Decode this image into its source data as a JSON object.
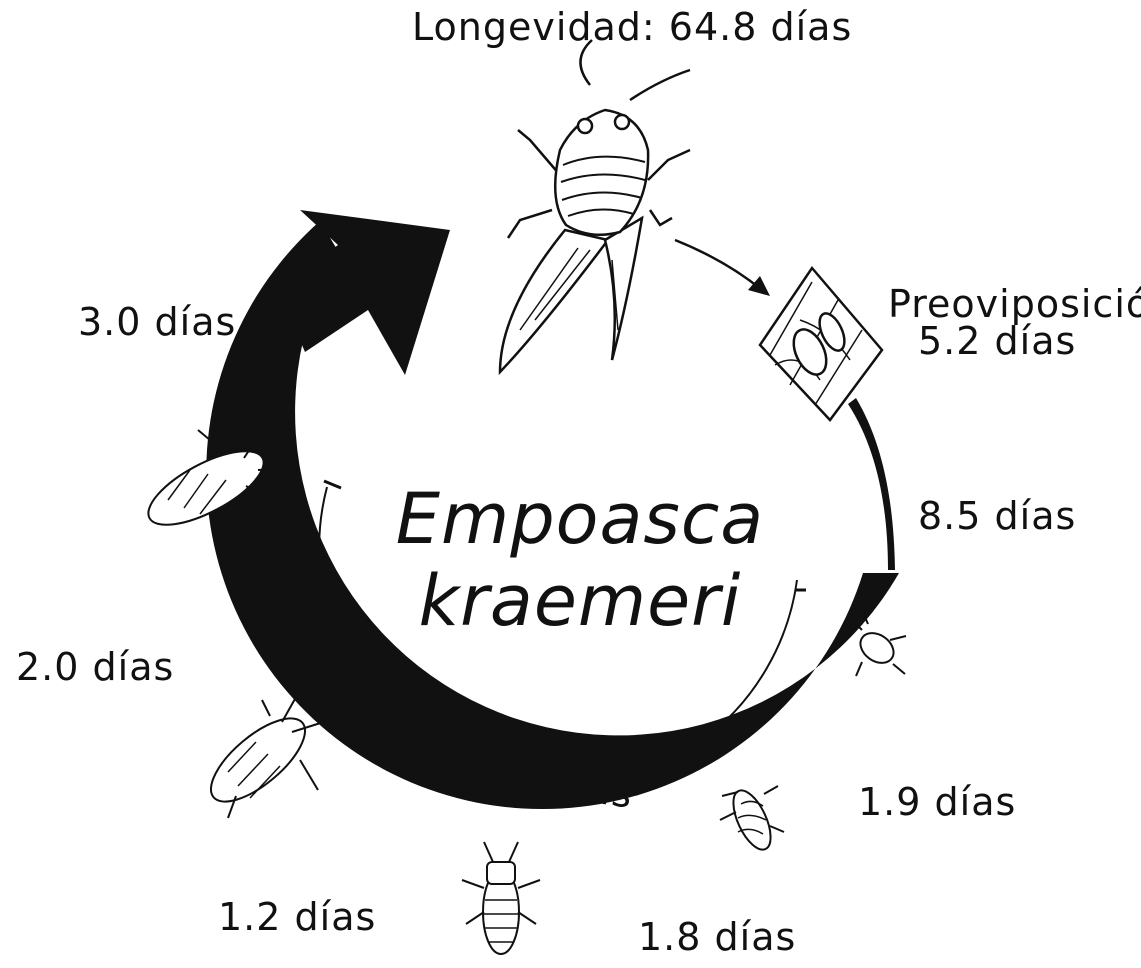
{
  "title": {
    "line1": "Empoasca",
    "line2": "kraemeri"
  },
  "labels": {
    "longevity": "Longevidad: 64.8 días",
    "preoviposition_line1": "Preoviposición",
    "preoviposition_line2": "5.2 días",
    "egg_period": "8.5 días",
    "inner_total": "9.9 días",
    "nymph_1": "1.9 días",
    "nymph_2": "1.8 días",
    "nymph_3": "1.2 días",
    "nymph_4": "2.0 días",
    "nymph_5": "3.0 días"
  },
  "colors": {
    "ink": "#111111",
    "background": "#ffffff"
  },
  "icons": [
    "adult-leafhopper-icon",
    "egg-in-leaf-icon",
    "nymph-icon"
  ]
}
